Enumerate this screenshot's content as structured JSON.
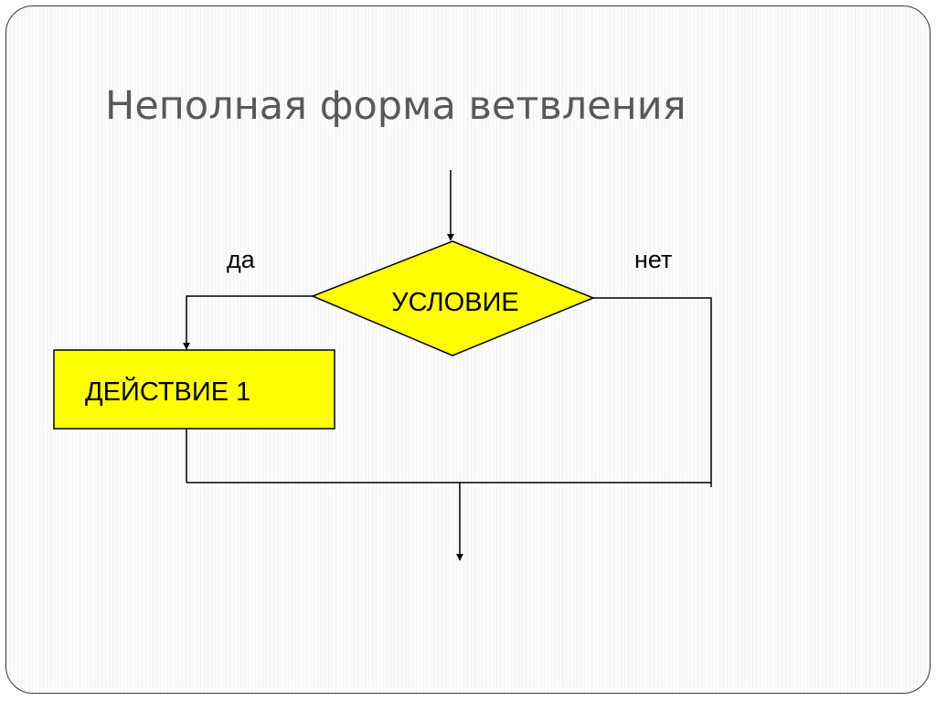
{
  "slide": {
    "title": "Неполная форма ветвления"
  },
  "diagram": {
    "condition": {
      "label": "УСЛОВИЕ"
    },
    "action": {
      "label": "ДЕЙСТВИЕ 1"
    },
    "yes_label": "да",
    "no_label": "нет"
  },
  "colors": {
    "shape_fill": "#FFFF00",
    "line": "#000000",
    "title_text": "#595959"
  }
}
